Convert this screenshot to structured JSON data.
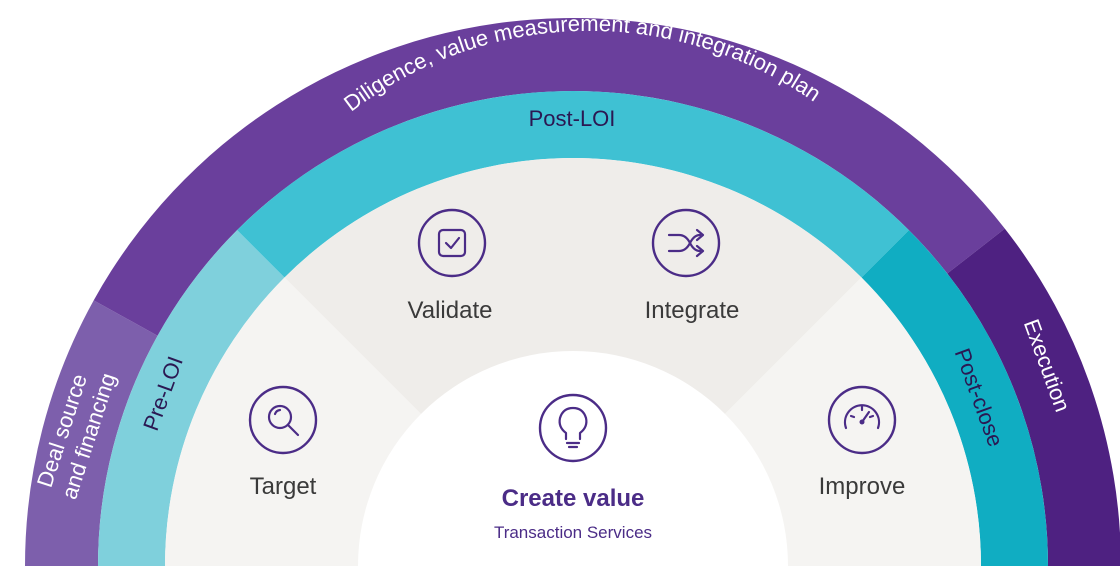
{
  "outer_ring": {
    "left_label": "Deal source and financing",
    "left_label_line1": "Deal source",
    "left_label_line2": "and financing",
    "top_label": "Diligence, value measurement and integration plan",
    "right_label": "Execution"
  },
  "middle_ring": {
    "left_label": "Pre-LOI",
    "top_label": "Post-LOI",
    "right_label": "Post-close"
  },
  "segments": [
    {
      "label": "Target",
      "icon": "magnifier-icon"
    },
    {
      "label": "Validate",
      "icon": "checkbox-icon"
    },
    {
      "label": "Integrate",
      "icon": "merge-arrows-icon"
    },
    {
      "label": "Improve",
      "icon": "gauge-icon"
    }
  ],
  "center": {
    "title": "Create value",
    "subtitle": "Transaction Services",
    "icon": "lightbulb-icon"
  },
  "colors": {
    "outer_purple_left": "#7d5fac",
    "outer_purple_top": "#6a3f9c",
    "outer_purple_right": "#4e2181",
    "teal_left": "#7fd0dc",
    "teal_top": "#3fc1d3",
    "teal_right": "#10adc2",
    "segment_light": "#f5f4f2",
    "segment_mid": "#efedea",
    "accent_text": "#4b2c87"
  }
}
